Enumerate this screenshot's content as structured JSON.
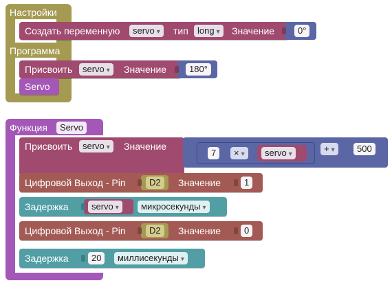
{
  "setup_block": {
    "title": "Настройки",
    "create_var": {
      "label": "Создать переменную",
      "var_name": "servo",
      "type_label": "тип",
      "type_value": "long",
      "value_label": "Значение",
      "value": "0°"
    }
  },
  "program_block": {
    "title": "Программа",
    "assign": {
      "label": "Присвоить",
      "var_name": "servo",
      "value_label": "Значение",
      "value": "180°"
    },
    "call_label": "Servo"
  },
  "function_block": {
    "title": "Функция",
    "name": "Servo",
    "assign": {
      "label": "Присвоить",
      "var_name": "servo",
      "value_label": "Значение",
      "factor": "7",
      "mul_op": "×",
      "operand_var": "servo",
      "add_op": "+",
      "addend": "500"
    },
    "digital_out_1": {
      "label": "Цифровой Выход - Pin",
      "pin": "D2",
      "value_label": "Значение",
      "value": "1"
    },
    "delay_1": {
      "label": "Задержка",
      "var_name": "servo",
      "unit": "микросекунды"
    },
    "digital_out_2": {
      "label": "Цифровой Выход - Pin",
      "pin": "D2",
      "value_label": "Значение",
      "value": "0"
    },
    "delay_2": {
      "label": "Задержка",
      "amount": "20",
      "unit": "миллисекунды"
    }
  },
  "colors": {
    "olive": "#a49a52",
    "maroon": "#a14a6f",
    "navy": "#5b66a5",
    "purple": "#a357b6",
    "brown": "#a35a54",
    "teal": "#519ea5",
    "olive_light": "#d4cd8d"
  }
}
